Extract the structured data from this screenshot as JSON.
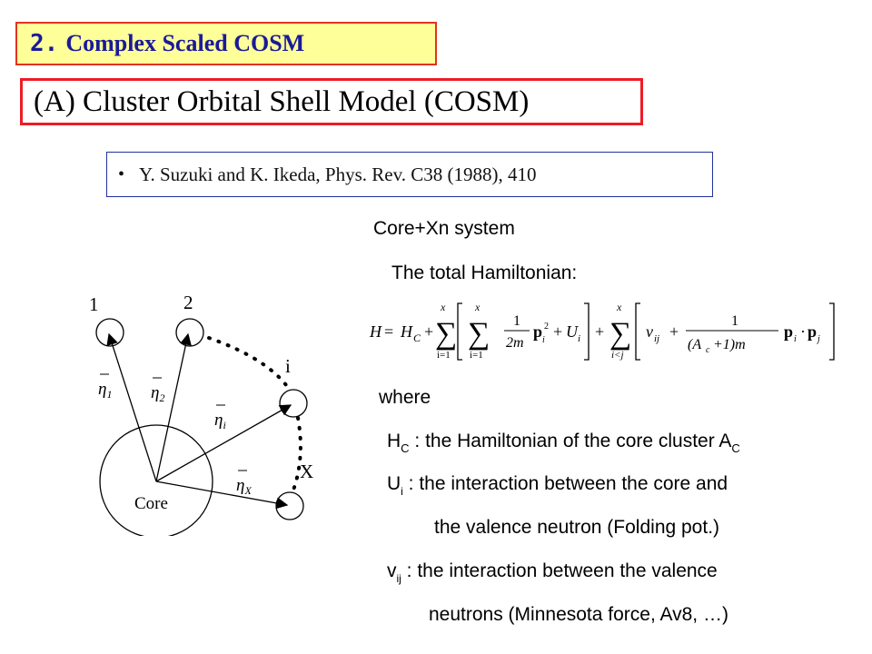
{
  "section": {
    "number": "2.",
    "title": "Complex Scaled COSM"
  },
  "subtitle": "(A)  Cluster Orbital Shell Model (COSM)",
  "reference": {
    "bullet": "•",
    "text": "Y. Suzuki and K. Ikeda, Phys. Rev. C38 (1988), 410"
  },
  "system_label": "Core+Xn system",
  "hamiltonian_label": "The total Hamiltonian:",
  "where_label": "where",
  "definitions": {
    "hc": {
      "symbol": "H",
      "sub": "C",
      "text": " : the Hamiltonian of the core cluster A",
      "text_sub": "C"
    },
    "ui": {
      "symbol": "U",
      "sub": "i",
      "text": "  : the interaction between the core and"
    },
    "ui_cont": "the valence neutron (Folding pot.)",
    "vij": {
      "symbol": "v",
      "sub": "ij",
      "text": "  :  the interaction between the valence"
    },
    "vij_cont": "neutrons    (Minnesota force, Av8, …)"
  },
  "diagram": {
    "core_label": "Core",
    "particle_labels": [
      "1",
      "2",
      "i",
      "X"
    ],
    "vector_labels": [
      "η1",
      "η2",
      "ηi",
      "ηX"
    ]
  },
  "formula": {
    "lhs": "H",
    "core_term": "H",
    "core_sub": "C",
    "sum_upper": "x",
    "sum_lower_1": "i=1",
    "sum_lower_2": "i<j",
    "frac1_num": "1",
    "frac1_den": "2m",
    "p_i": "p",
    "u_i": "U",
    "v_ij": "v",
    "frac2_num": "1",
    "frac2_den": "(A",
    "frac2_den_rest": "+1)m"
  }
}
